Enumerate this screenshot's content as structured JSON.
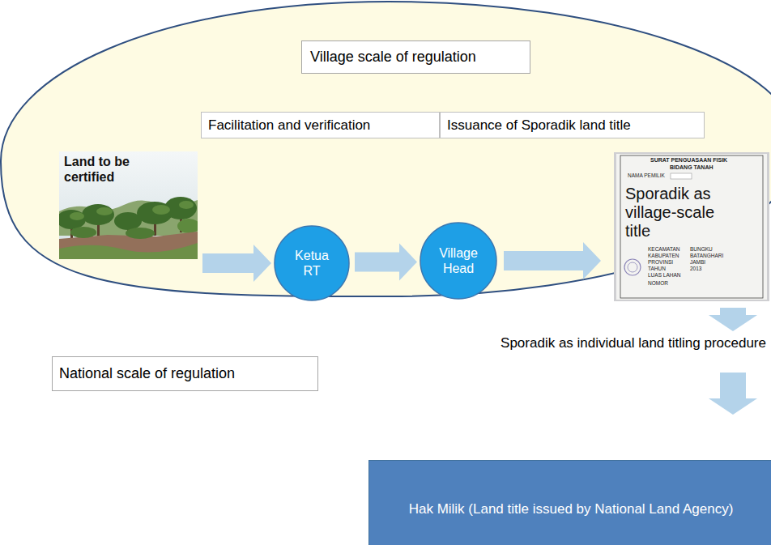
{
  "diagram": {
    "nodes": [
      {
        "text": [
          "Village scale of regulation"
        ]
      },
      {
        "text": [
          "Facilitation and verification"
        ],
        "in": 0
      },
      {
        "text": [
          "Issuance of Sporadik land title"
        ],
        "in": 0
      },
      {
        "text": [
          "Land to be certified"
        ],
        "in": 0
      },
      {
        "text": [
          "Ketua RT"
        ],
        "in": 0
      },
      {
        "text": [
          "Village Head"
        ],
        "in": 0
      },
      {
        "text": [
          "Sporadik as village-scale title"
        ],
        "in": 0
      },
      {
        "text": [
          "National scale of regulation"
        ]
      },
      {
        "text": [
          "Hak Milik (Land title issued by National Land Agency)"
        ]
      }
    ],
    "edges": [
      {
        "from": 3,
        "to": 4,
        "arrow": "to"
      },
      {
        "from": 4,
        "to": 5,
        "arrow": "to"
      },
      {
        "from": 5,
        "to": 6,
        "arrow": "to"
      },
      {
        "from": 6,
        "to": 8,
        "label": "Sporadik as individual land titling procedure",
        "arrow": "to"
      }
    ],
    "labels": [
      "SURAT PENGUASAAN FISIK",
      "BIDANG TANAH",
      "NAMA PEMILIK",
      "KECAMATAN",
      "BUNGKU",
      "KABUPATEN",
      "BATANGHARI",
      "PROVINSI",
      "JAMBI",
      "TAHUN",
      "2013",
      "LUAS LAHAN",
      "NOMOR"
    ]
  }
}
